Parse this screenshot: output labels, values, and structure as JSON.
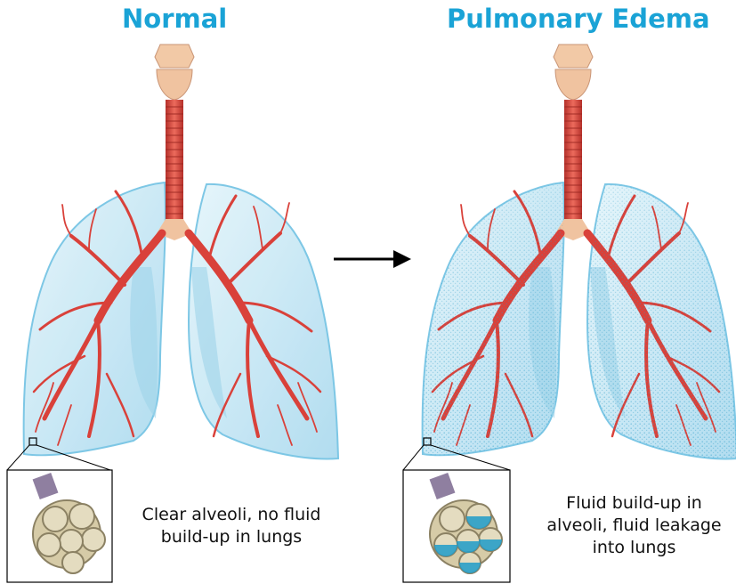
{
  "titles": {
    "normal": "Normal",
    "edema": "Pulmonary Edema"
  },
  "captions": {
    "normal": [
      "Clear alveoli, no fluid",
      "build-up in lungs"
    ],
    "edema": [
      "Fluid build-up in",
      "alveoli, fluid leakage",
      "into lungs"
    ]
  },
  "colors": {
    "title": "#1aa3d6",
    "lung_fill": "#bfe4f3",
    "lung_stroke": "#6fc1e3",
    "bronchi": "#d9413a",
    "trachea": "#e0584a",
    "larynx": "#f0c3a0",
    "fluid": "#1f9cc9"
  },
  "icons": [
    "arrow-right-icon"
  ]
}
